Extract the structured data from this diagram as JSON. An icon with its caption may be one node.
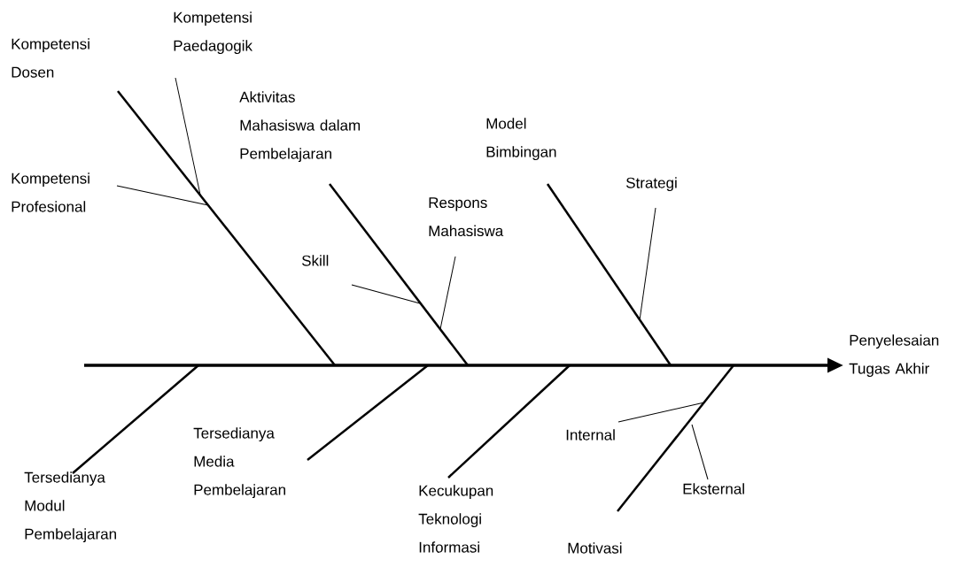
{
  "diagram": {
    "nodes": [
      {
        "text": [
          "Kompetensi Dosen"
        ]
      },
      {
        "text": [
          "Kompetensi Paedagogik"
        ]
      },
      {
        "text": [
          "Kompetensi Profesional"
        ]
      },
      {
        "text": [
          "Aktivitas Mahasiswa dalam Pembelajaran"
        ]
      },
      {
        "text": [
          "Skill"
        ]
      },
      {
        "text": [
          "Respons Mahasiswa"
        ]
      },
      {
        "text": [
          "Model Bimbingan"
        ]
      },
      {
        "text": [
          "Strategi"
        ]
      },
      {
        "text": [
          "Penyelesaian Tugas Akhir"
        ]
      },
      {
        "text": [
          "Tersedianya Modul Pembelajaran"
        ]
      },
      {
        "text": [
          "Tersedianya Media Pembelajaran"
        ]
      },
      {
        "text": [
          "Kecukupan Teknologi Informasi"
        ]
      },
      {
        "text": [
          "Internal"
        ]
      },
      {
        "text": [
          "Eksternal"
        ]
      },
      {
        "text": [
          "Motivasi"
        ]
      }
    ],
    "edges": [
      {
        "from": null,
        "to": 8,
        "arrow": "to"
      },
      {
        "from": 0,
        "to": null,
        "arrow": "none"
      },
      {
        "from": 1,
        "to": null,
        "arrow": "none"
      },
      {
        "from": 2,
        "to": null,
        "arrow": "none"
      },
      {
        "from": 3,
        "to": null,
        "arrow": "none"
      },
      {
        "from": 4,
        "to": null,
        "arrow": "none"
      },
      {
        "from": 5,
        "to": null,
        "arrow": "none"
      },
      {
        "from": 6,
        "to": null,
        "arrow": "none"
      },
      {
        "from": 7,
        "to": null,
        "arrow": "none"
      },
      {
        "from": 9,
        "to": null,
        "arrow": "none"
      },
      {
        "from": 10,
        "to": null,
        "arrow": "none"
      },
      {
        "from": 11,
        "to": null,
        "arrow": "none"
      },
      {
        "from": 12,
        "to": null,
        "arrow": "none"
      },
      {
        "from": 13,
        "to": null,
        "arrow": "none"
      },
      {
        "from": 14,
        "to": null,
        "arrow": "none"
      }
    ]
  }
}
